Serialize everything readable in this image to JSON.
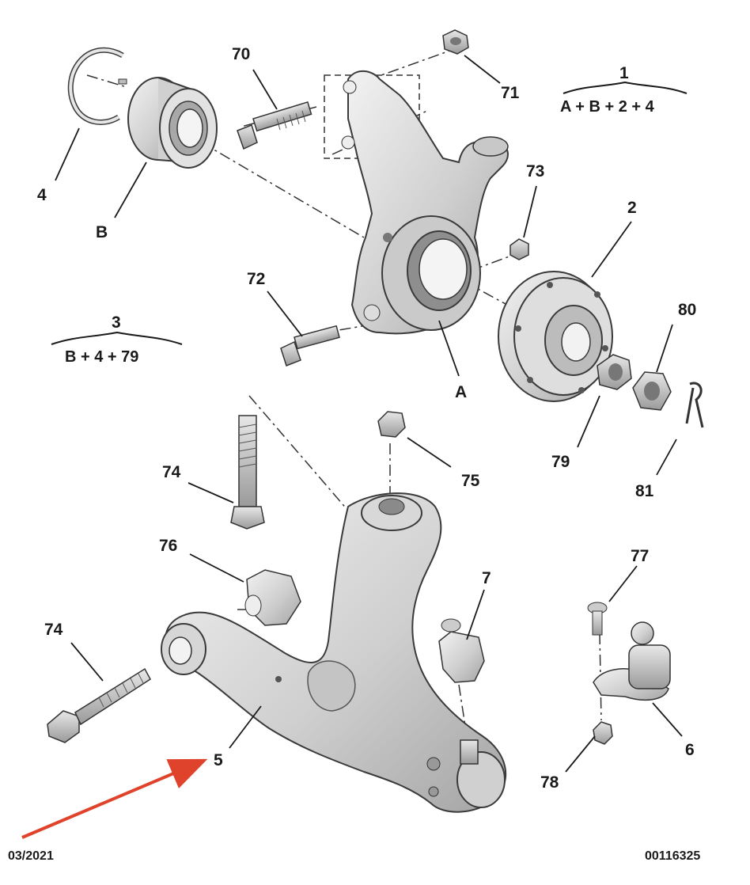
{
  "labels": {
    "l1": "1",
    "l2": "2",
    "l3": "3",
    "l4": "4",
    "l5": "5",
    "l6": "6",
    "l7": "7",
    "lA": "A",
    "lB": "B",
    "l70": "70",
    "l71": "71",
    "l72": "72",
    "l73": "73",
    "l74a": "74",
    "l74b": "74",
    "l75": "75",
    "l76": "76",
    "l77": "77",
    "l78": "78",
    "l79": "79",
    "l80": "80",
    "l81": "81"
  },
  "formulas": {
    "kit1": "A + B + 2 + 4",
    "kit3": "B + 4 + 79"
  },
  "footer": {
    "date": "03/2021",
    "ref": "00116325"
  },
  "colors": {
    "part_fill": "#d9d9d9",
    "part_shadow": "#9c9c9c",
    "outline": "#3a3a3a",
    "arrow": "#e0432b"
  }
}
